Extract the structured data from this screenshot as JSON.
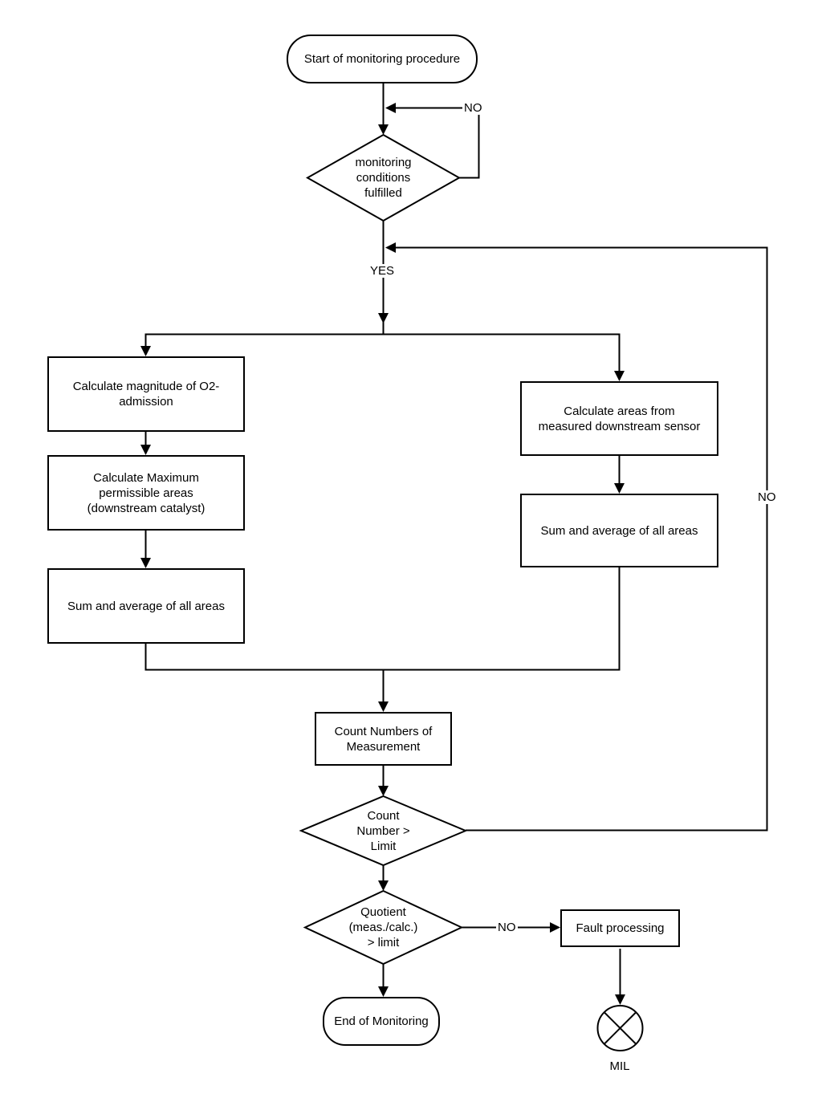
{
  "diagram": {
    "type": "flowchart",
    "colors": {
      "line": "#000000",
      "background": "#ffffff",
      "text": "#000000"
    }
  },
  "nodes": {
    "start": {
      "shape": "stadium",
      "lines": [
        "Start of monitoring procedure"
      ]
    },
    "monitoring_conditions": {
      "shape": "diamond",
      "lines": [
        "monitoring",
        "conditions",
        "fulfilled"
      ]
    },
    "calc_o2": {
      "shape": "process",
      "lines": [
        "Calculate magnitude of O2-",
        "admission"
      ]
    },
    "calc_max_areas": {
      "shape": "process",
      "lines": [
        "Calculate Maximum",
        "permissible areas",
        "(downstream catalyst)"
      ]
    },
    "sum_average_left": {
      "shape": "process",
      "lines": [
        "Sum and average of all areas"
      ]
    },
    "calc_areas_sensor": {
      "shape": "process",
      "lines": [
        "Calculate areas from",
        "measured downstream sensor"
      ]
    },
    "sum_average_right": {
      "shape": "process",
      "lines": [
        "Sum and average of all areas"
      ]
    },
    "count_numbers": {
      "shape": "process",
      "lines": [
        "Count Numbers of",
        "Measurement"
      ]
    },
    "count_limit": {
      "shape": "diamond",
      "lines": [
        "Count",
        "Number >",
        "Limit"
      ]
    },
    "quotient_limit": {
      "shape": "diamond",
      "lines": [
        "Quotient",
        "(meas./calc.)",
        "> limit"
      ]
    },
    "end": {
      "shape": "stadium",
      "lines": [
        "End of Monitoring"
      ]
    },
    "fault_processing": {
      "shape": "process",
      "lines": [
        "Fault processing"
      ]
    },
    "mil": {
      "shape": "indicator-lamp",
      "label": "MIL"
    }
  },
  "edge_labels": {
    "no_conditions_loop": "NO",
    "yes_conditions": "YES",
    "no_count_feedback": "NO",
    "no_quotient": "NO"
  }
}
